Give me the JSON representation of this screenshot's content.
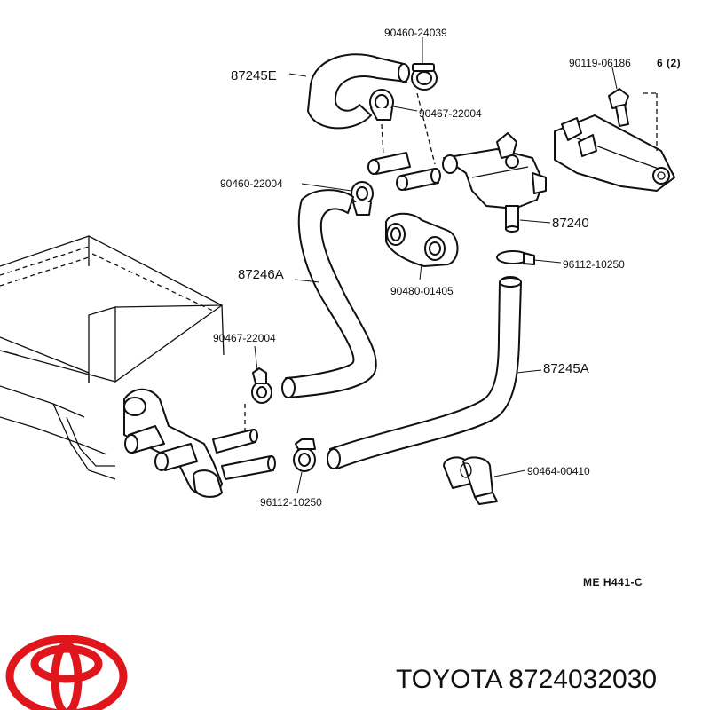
{
  "labels": {
    "hose_e": "87245E",
    "clip_top": "90460-24039",
    "bolt": "90119-06186",
    "bolt_qty": "6 (2)",
    "clamp_top": "90467-22004",
    "clip_mid": "90460-22004",
    "valve": "87240",
    "grommet": "90480-01405",
    "hose_a_left": "87246A",
    "clamp_right": "96112-10250",
    "clamp_left": "90467-22004",
    "hose_a_right": "87245A",
    "clip_lower": "90464-00410",
    "clamp_bottom": "96112-10250",
    "diagram_code": "ME  H441-C"
  },
  "footer": {
    "brand_text": "TOYOTA 8724032030"
  },
  "colors": {
    "logo_red": "#e0161c",
    "ink": "#111111"
  }
}
